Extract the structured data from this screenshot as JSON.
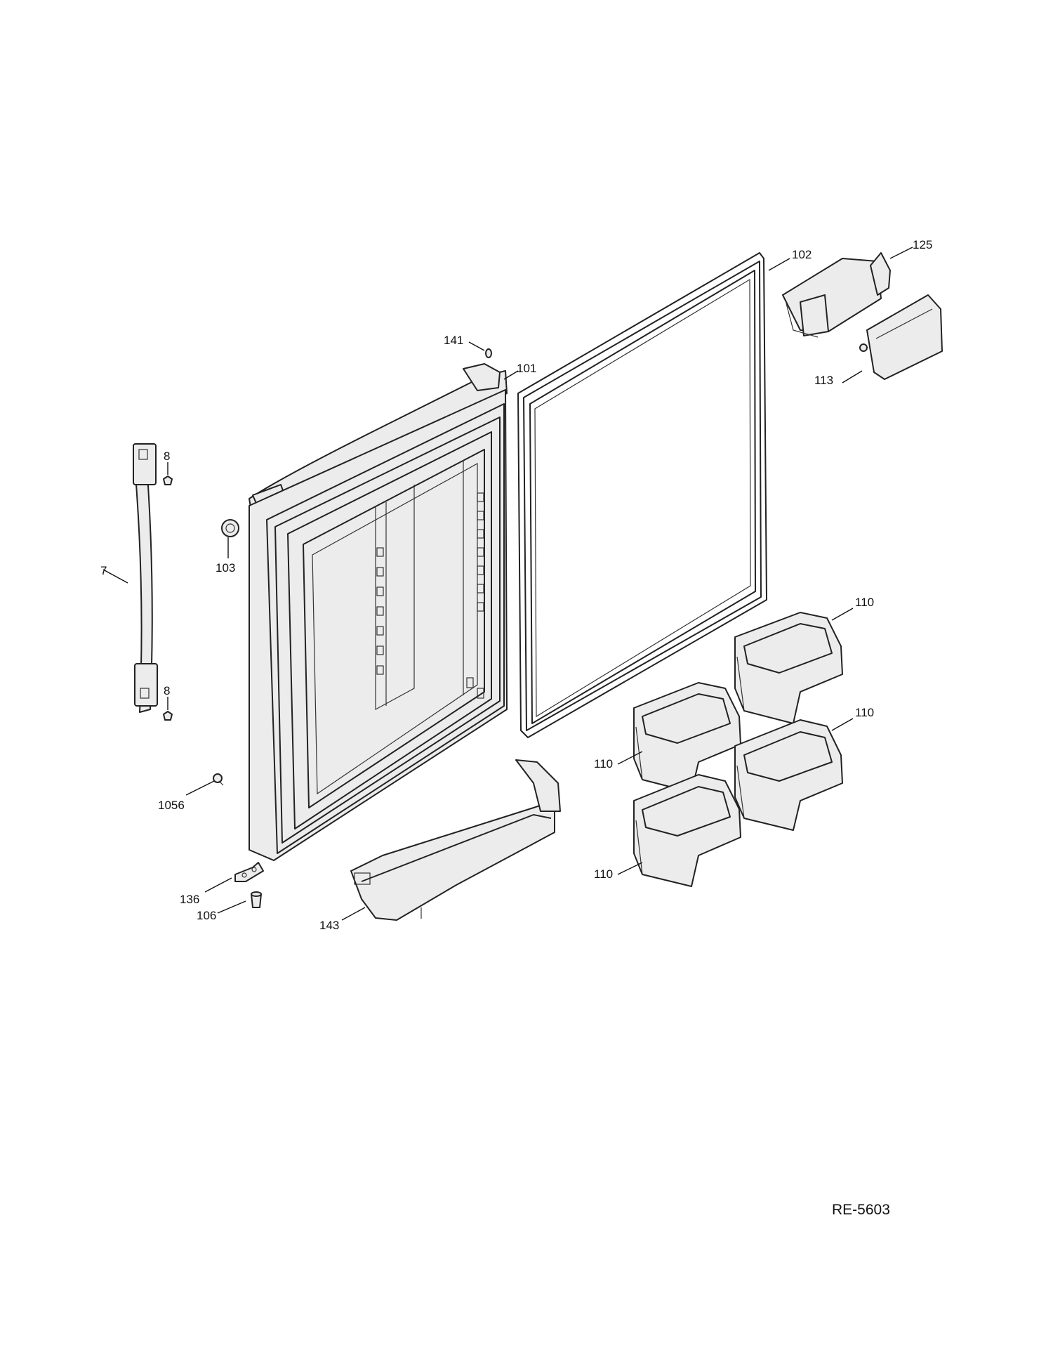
{
  "callouts": {
    "c7": "7",
    "c8a": "8",
    "c8b": "8",
    "c101": "101",
    "c102": "102",
    "c103": "103",
    "c106": "106",
    "c110a": "110",
    "c110b": "110",
    "c110c": "110",
    "c110d": "110",
    "c113": "113",
    "c125": "125",
    "c136": "136",
    "c141": "141",
    "c143": "143",
    "c1056": "1056"
  },
  "reference": "RE-5603"
}
